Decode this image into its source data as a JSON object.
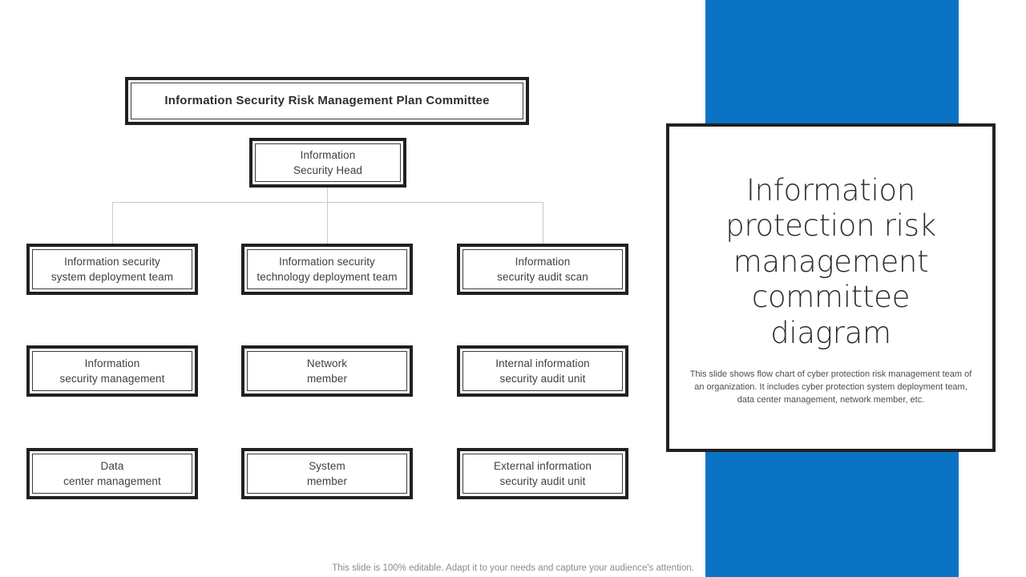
{
  "theme": {
    "accent_blue": "#0a74c4",
    "box_border": "#231f20",
    "text_color": "#3f3f3f",
    "connector_color": "#c9c9c9"
  },
  "diagram": {
    "committee": {
      "label": "Information  Security Risk Management Plan Committee"
    },
    "head": {
      "line1": "Information",
      "line2": "Security Head"
    },
    "rows": [
      {
        "nodes": [
          {
            "line1": "Information security",
            "line2": "system deployment team"
          },
          {
            "line1": "Information security",
            "line2": "technology deployment team"
          },
          {
            "line1": "Information",
            "line2": "security audit scan"
          }
        ]
      },
      {
        "nodes": [
          {
            "line1": "Information",
            "line2": "security management"
          },
          {
            "line1": "Network",
            "line2": "member"
          },
          {
            "line1": "Internal information",
            "line2": "security audit unit"
          }
        ]
      },
      {
        "nodes": [
          {
            "line1": "Data",
            "line2": "center management"
          },
          {
            "line1": "System",
            "line2": "member"
          },
          {
            "line1": "External information",
            "line2": "security audit unit"
          }
        ]
      }
    ]
  },
  "info_card": {
    "title": "Information protection risk management committee diagram",
    "description": "This slide shows flow chart of cyber protection risk management team of an organization. It includes cyber protection system deployment team, data center management, network member, etc."
  },
  "footer": {
    "note": "This slide is 100% editable. Adapt it to your needs and capture your audience's attention."
  }
}
